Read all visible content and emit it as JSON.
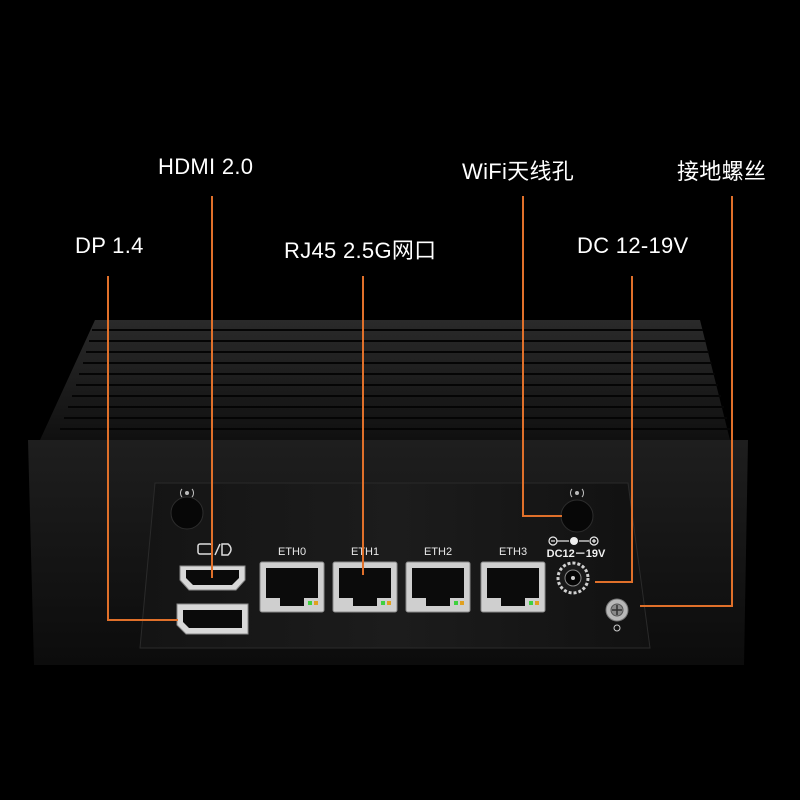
{
  "labels": {
    "hdmi": "HDMI 2.0",
    "dp": "DP 1.4",
    "rj45": "RJ45 2.5G网口",
    "wifi": "WiFi天线孔",
    "dc": "DC 12-19V",
    "ground": "接地螺丝"
  },
  "ports": [
    "ETH0",
    "ETH1",
    "ETH2",
    "ETH3"
  ],
  "dc_marking": "DC12－19V",
  "colors": {
    "leader_line": "#e0702a",
    "background": "#000000",
    "chassis": "#161616",
    "port_led_green": "#3fd13f",
    "port_led_orange": "#e0a020"
  }
}
